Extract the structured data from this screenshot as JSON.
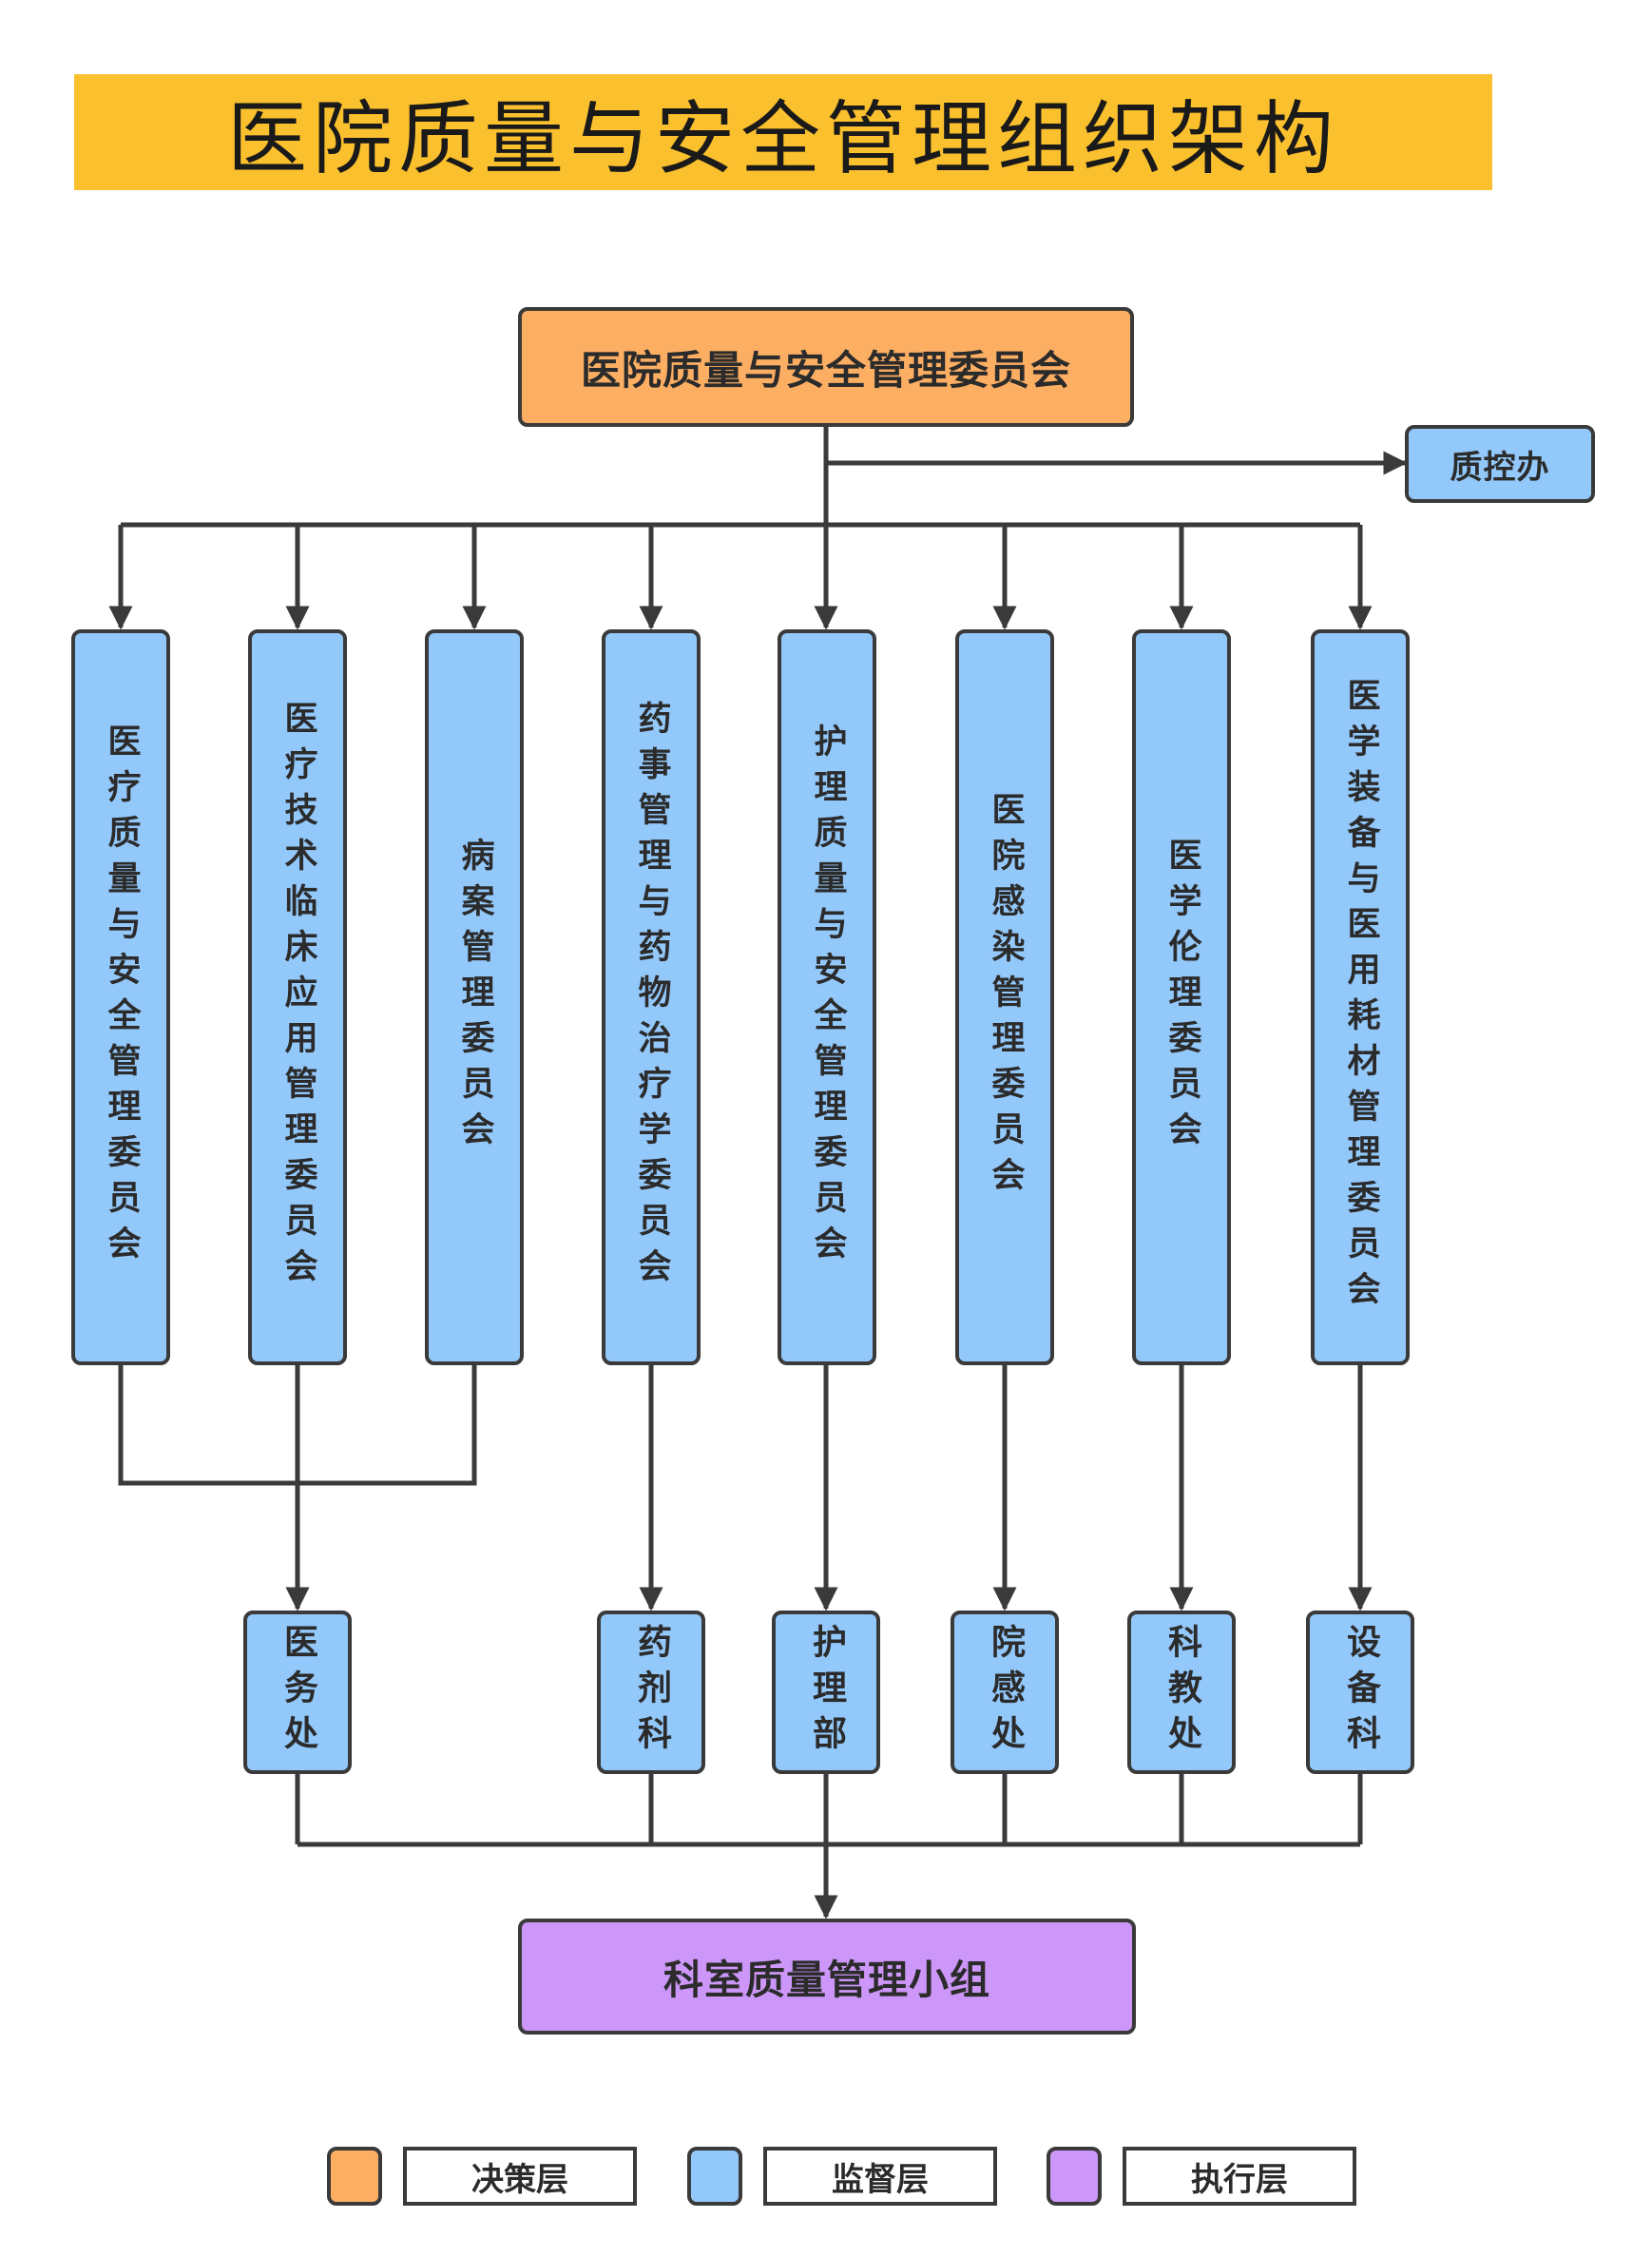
{
  "title": "医院质量与安全管理组织架构",
  "decision_box": "医院质量与安全管理委员会",
  "qc_office": "质控办",
  "committees": [
    "医疗质量与安全管理委员会",
    "医疗技术临床应用管理委员会",
    "病案管理委员会",
    "药事管理与药物治疗学委员会",
    "护理质量与安全管理委员会",
    "医院感染管理委员会",
    "医学伦理委员会",
    "医学装备与医用耗材管理委员会"
  ],
  "departments": [
    "医务处",
    "药剂科",
    "护理部",
    "院感处",
    "科教处",
    "设备科"
  ],
  "execution_box": "科室质量管理小组",
  "legend": [
    {
      "label": "决策层",
      "color": "#FCAE63"
    },
    {
      "label": "监督层",
      "color": "#93C8FB"
    },
    {
      "label": "执行层",
      "color": "#CD97F9"
    }
  ],
  "colors": {
    "title_bg": "#FBC02D",
    "decision": "#FCAE63",
    "supervise": "#93C8FB",
    "execute": "#CD97F9",
    "line": "#3a3a3a"
  }
}
